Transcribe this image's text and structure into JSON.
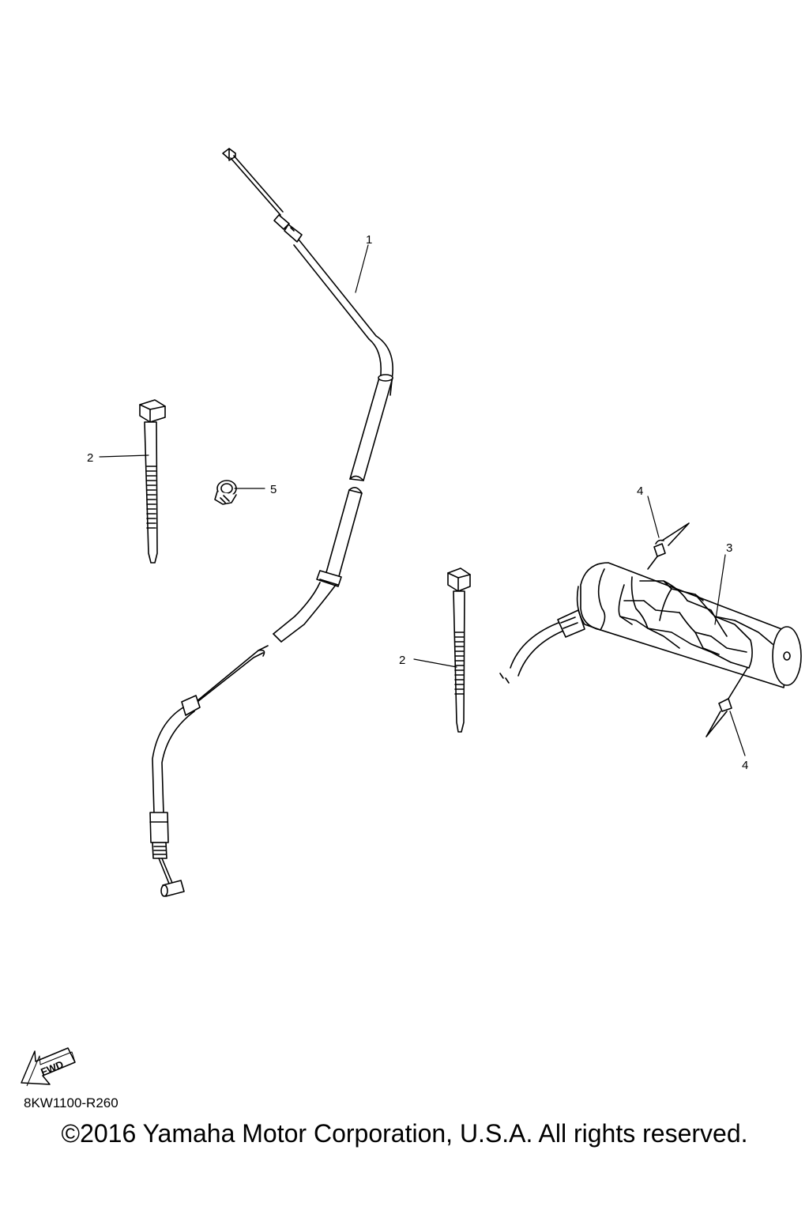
{
  "callouts": {
    "c1": "1",
    "c2a": "2",
    "c2b": "2",
    "c3": "3",
    "c4a": "4",
    "c4b": "4",
    "c5": "5"
  },
  "fwd_badge": "FWD",
  "drawing_code": "8KW1100-R260",
  "copyright": "©2016 Yamaha Motor Corporation, U.S.A. All rights reserved."
}
